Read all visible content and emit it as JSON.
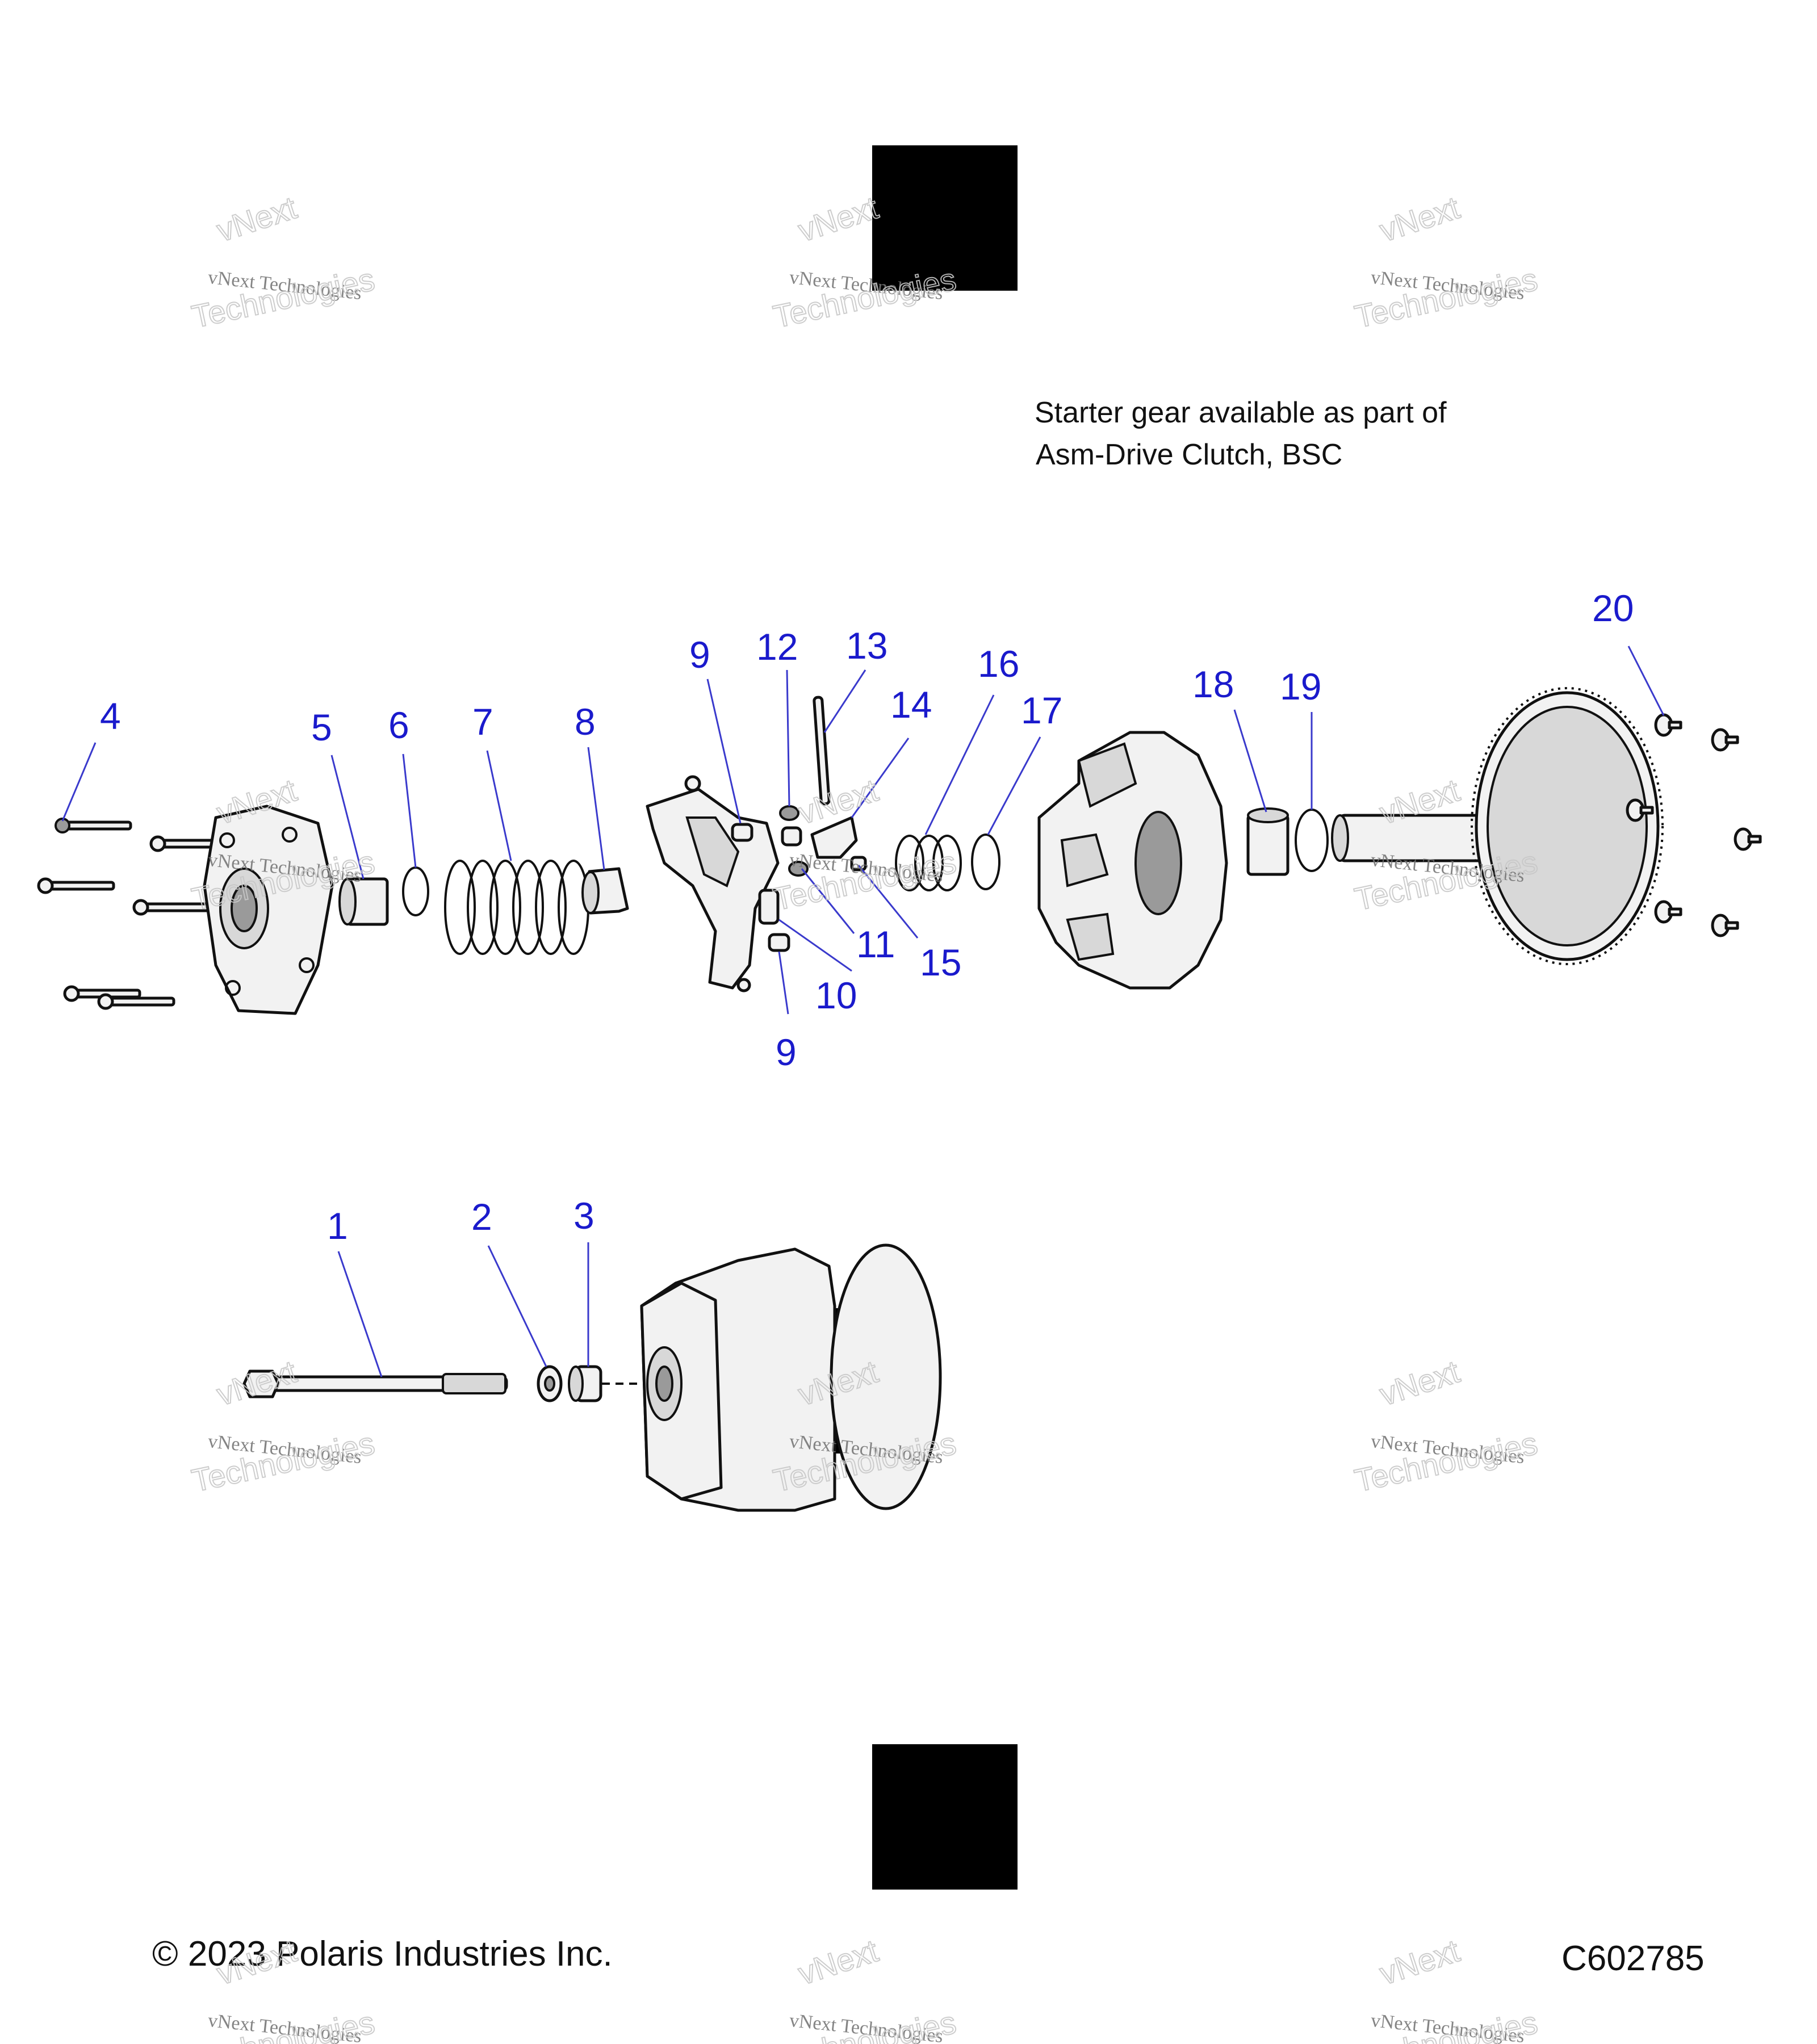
{
  "note": {
    "line1": "Starter gear available as part of",
    "line2": "Asm-Drive Clutch, BSC"
  },
  "footer": {
    "copyright": "© 2023 Polaris Industries Inc.",
    "code": "C602785"
  },
  "watermark": {
    "brand": "vNext",
    "line": "vNext Technologies",
    "big": "Technologies"
  },
  "callouts": {
    "c1": "1",
    "c2": "2",
    "c3": "3",
    "c4": "4",
    "c5": "5",
    "c6": "6",
    "c7": "7",
    "c8": "8",
    "c9a": "9",
    "c9b": "9",
    "c10": "10",
    "c11": "11",
    "c12": "12",
    "c13": "13",
    "c14": "14",
    "c15": "15",
    "c16": "16",
    "c17": "17",
    "c18": "18",
    "c19": "19",
    "c20": "20"
  },
  "colors": {
    "callout": "#1a1acc",
    "redaction": "#000000"
  }
}
